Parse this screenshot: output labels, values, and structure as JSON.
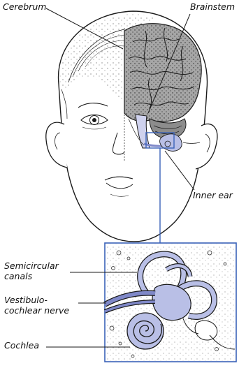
{
  "labels": {
    "cerebrum": "Cerebrum",
    "brainstem": "Brainstem",
    "inner_ear": "Inner ear",
    "semicircular_line1": "Semicircular",
    "semicircular_line2": "canals",
    "vestibulo_line1": "Vestibulo-",
    "vestibulo_line2": "cochlear nerve",
    "cochlea": "Cochlea"
  },
  "colors": {
    "line": "#1a1a1a",
    "skin": "#ffffff",
    "brain": "#9a9a9a",
    "brain_dark": "#6f6f6f",
    "ear_blue": "#b9bfe6",
    "ear_blue_dark": "#7f88c8",
    "callout": "#3a62b8"
  }
}
